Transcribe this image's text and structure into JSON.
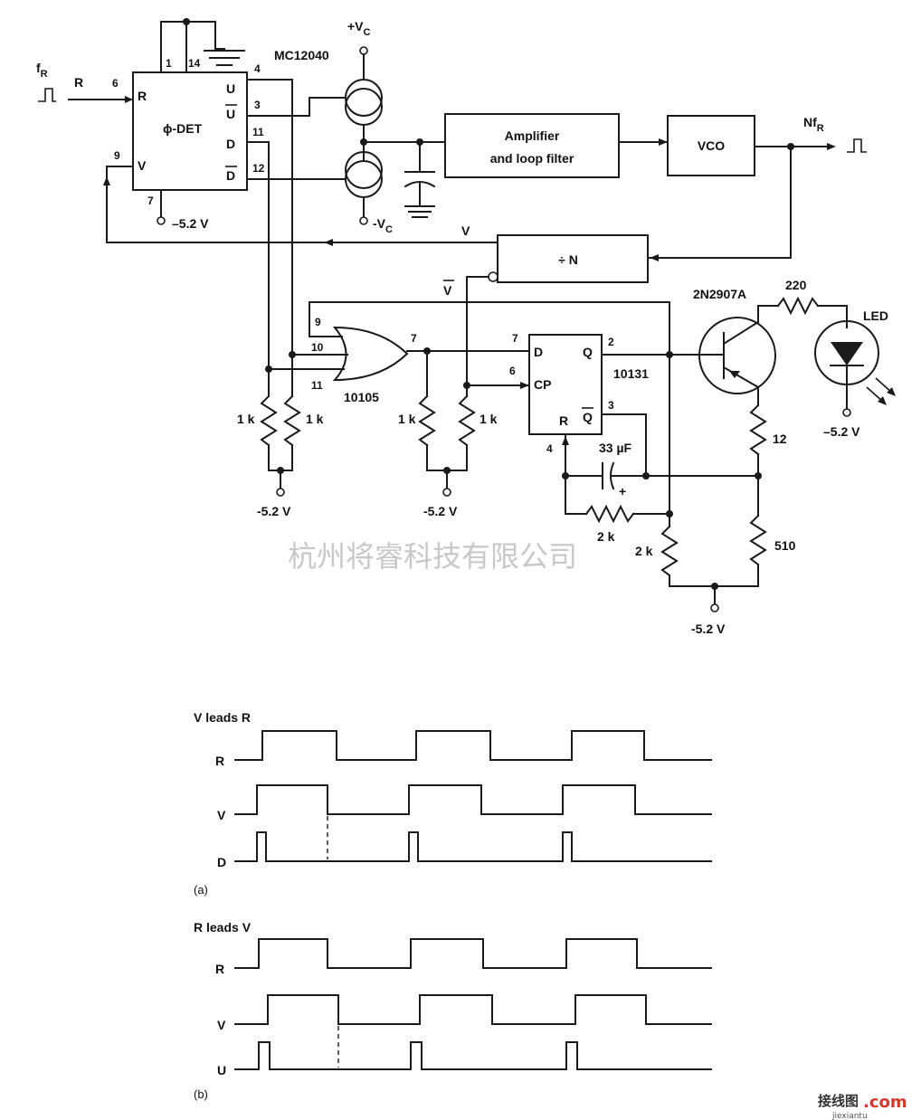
{
  "schematic": {
    "pll_chip": {
      "part": "MC12040",
      "function": "ϕ-DET"
    },
    "pll_pins": {
      "r_in": "R",
      "v_in": "V",
      "u_out": "U",
      "u_bar_out": "U",
      "d_out": "D",
      "d_bar_out": "D",
      "p1": "1",
      "p14": "14",
      "p4": "4",
      "p3": "3",
      "p11": "11",
      "p12": "12",
      "p6": "6",
      "p9": "9",
      "p7": "7"
    },
    "input_label": "f",
    "input_sub": "R",
    "input_arrow_label": "R",
    "supply_pos": "+V",
    "supply_pos_sub": "C",
    "supply_neg": "-V",
    "supply_neg_sub": "C",
    "supply_rail": "-5.2 V",
    "supply_rail_alt": "–5.2 V",
    "amp_label_1": "Amplifier",
    "amp_label_2": "and loop filter",
    "vco_label": "VCO",
    "output_label": "Nf",
    "output_sub": "R",
    "divider_label": "÷ N",
    "v_label": "V",
    "v_bar_label": "V",
    "or_gate": {
      "part": "10105",
      "in1": "9",
      "in2": "10",
      "in3": "11",
      "out": "7"
    },
    "ff": {
      "part": "10131",
      "d": "D",
      "cp": "CP",
      "q": "Q",
      "q_bar": "Q",
      "r": "R",
      "pin_d": "7",
      "pin_cp": "6",
      "pin_q": "2",
      "pin_qbar": "3",
      "pin_r": "4"
    },
    "transistor": "2N2907A",
    "led_label": "LED",
    "resistors": {
      "r1": "1 k",
      "r2": "1 k",
      "r3": "1 k",
      "r4": "1 k",
      "r220": "220",
      "r12": "12",
      "r510": "510",
      "r2k_a": "2 k",
      "r2k_b": "2 k"
    },
    "capacitor": "33 µF",
    "cap_plus": "+",
    "watermark": "杭州将睿科技有限公司"
  },
  "timing": {
    "panel_a": {
      "title": "V leads R",
      "signals": [
        "R",
        "V",
        "D"
      ],
      "caption": "(a)"
    },
    "panel_b": {
      "title": "R leads V",
      "signals": [
        "R",
        "V",
        "U"
      ],
      "caption": "(b)"
    }
  },
  "footer": {
    "logo": "接线图",
    "logo_dot": ".com",
    "logo_sub": "jiexiantu"
  }
}
